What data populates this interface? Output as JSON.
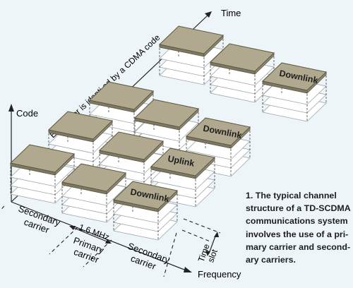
{
  "diagram": {
    "axes": {
      "time": "Time",
      "code": "Code",
      "frequency": "Frequency"
    },
    "user_code_label": "Each user is identi ed by a CDMA code",
    "tile_labels": {
      "downlink_far_right": "Downlink",
      "downlink_middle": "Downlink",
      "uplink": "Uplink",
      "downlink_front": "Downlink"
    },
    "band_labels": {
      "secondary_carrier_left": [
        "Secondary",
        "carrier"
      ],
      "bandwidth": "1.6 MHz",
      "primary_carrier": [
        "Primary",
        "carrier"
      ],
      "secondary_carrier_right": [
        "Secondary",
        "carrier"
      ],
      "time_slot": [
        "Time",
        "slot"
      ]
    },
    "colors": {
      "background": "#eef5f8",
      "tile_top": "#b1a98f",
      "tile_edge": "#5a5642",
      "line": "#222222"
    }
  },
  "caption": {
    "lines": [
      "1. The typical channel",
      "structure of a TD-SCDMA",
      "communications system",
      "involves the use of a pri-",
      "mary carrier and second-",
      "ary carriers."
    ]
  }
}
